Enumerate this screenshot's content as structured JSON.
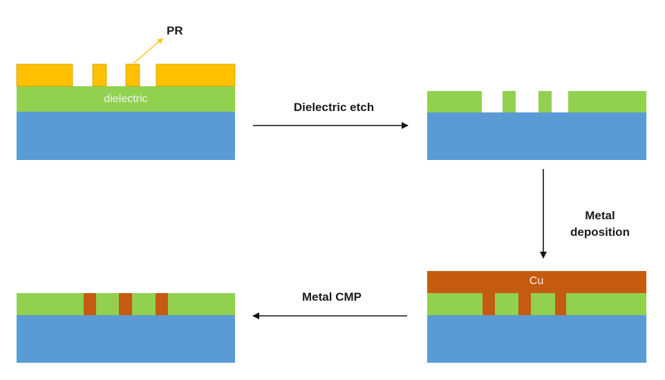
{
  "labels": {
    "pr": "PR",
    "dielectric": "dielectric",
    "cu": "Cu",
    "dielectric_etch": "Dielectric etch",
    "metal_deposition_line1": "Metal",
    "metal_deposition_line2": "deposition",
    "metal_cmp": "Metal CMP"
  },
  "colors": {
    "photoresist": "#FFC000",
    "photoresist_stroke": "#C8A000",
    "dielectric": "#92D050",
    "substrate": "#5B9BD5",
    "copper": "#C55A11",
    "arrow": "#111111",
    "pointer": "#FFC000"
  }
}
